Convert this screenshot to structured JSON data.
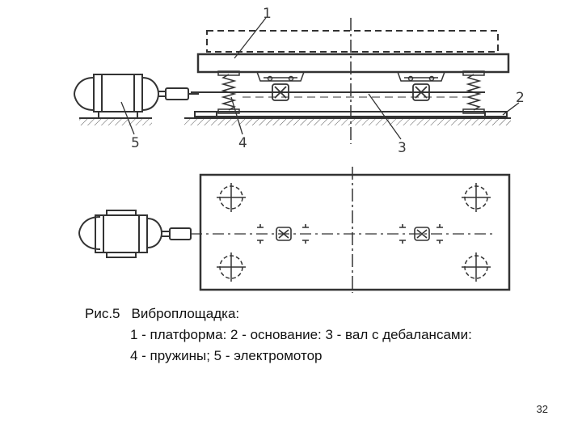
{
  "figure": {
    "callouts": {
      "platform": "1",
      "base": "2",
      "shaft": "3",
      "springs": "4",
      "motor": "5"
    }
  },
  "caption": {
    "fig_label": "Рис.5",
    "title": "Виброплощадка:",
    "line2": "1 - платформа: 2 - основание: 3 - вал с дебалансами:",
    "line3": "4 - пружины; 5 - электромотор"
  },
  "page_number": "32"
}
